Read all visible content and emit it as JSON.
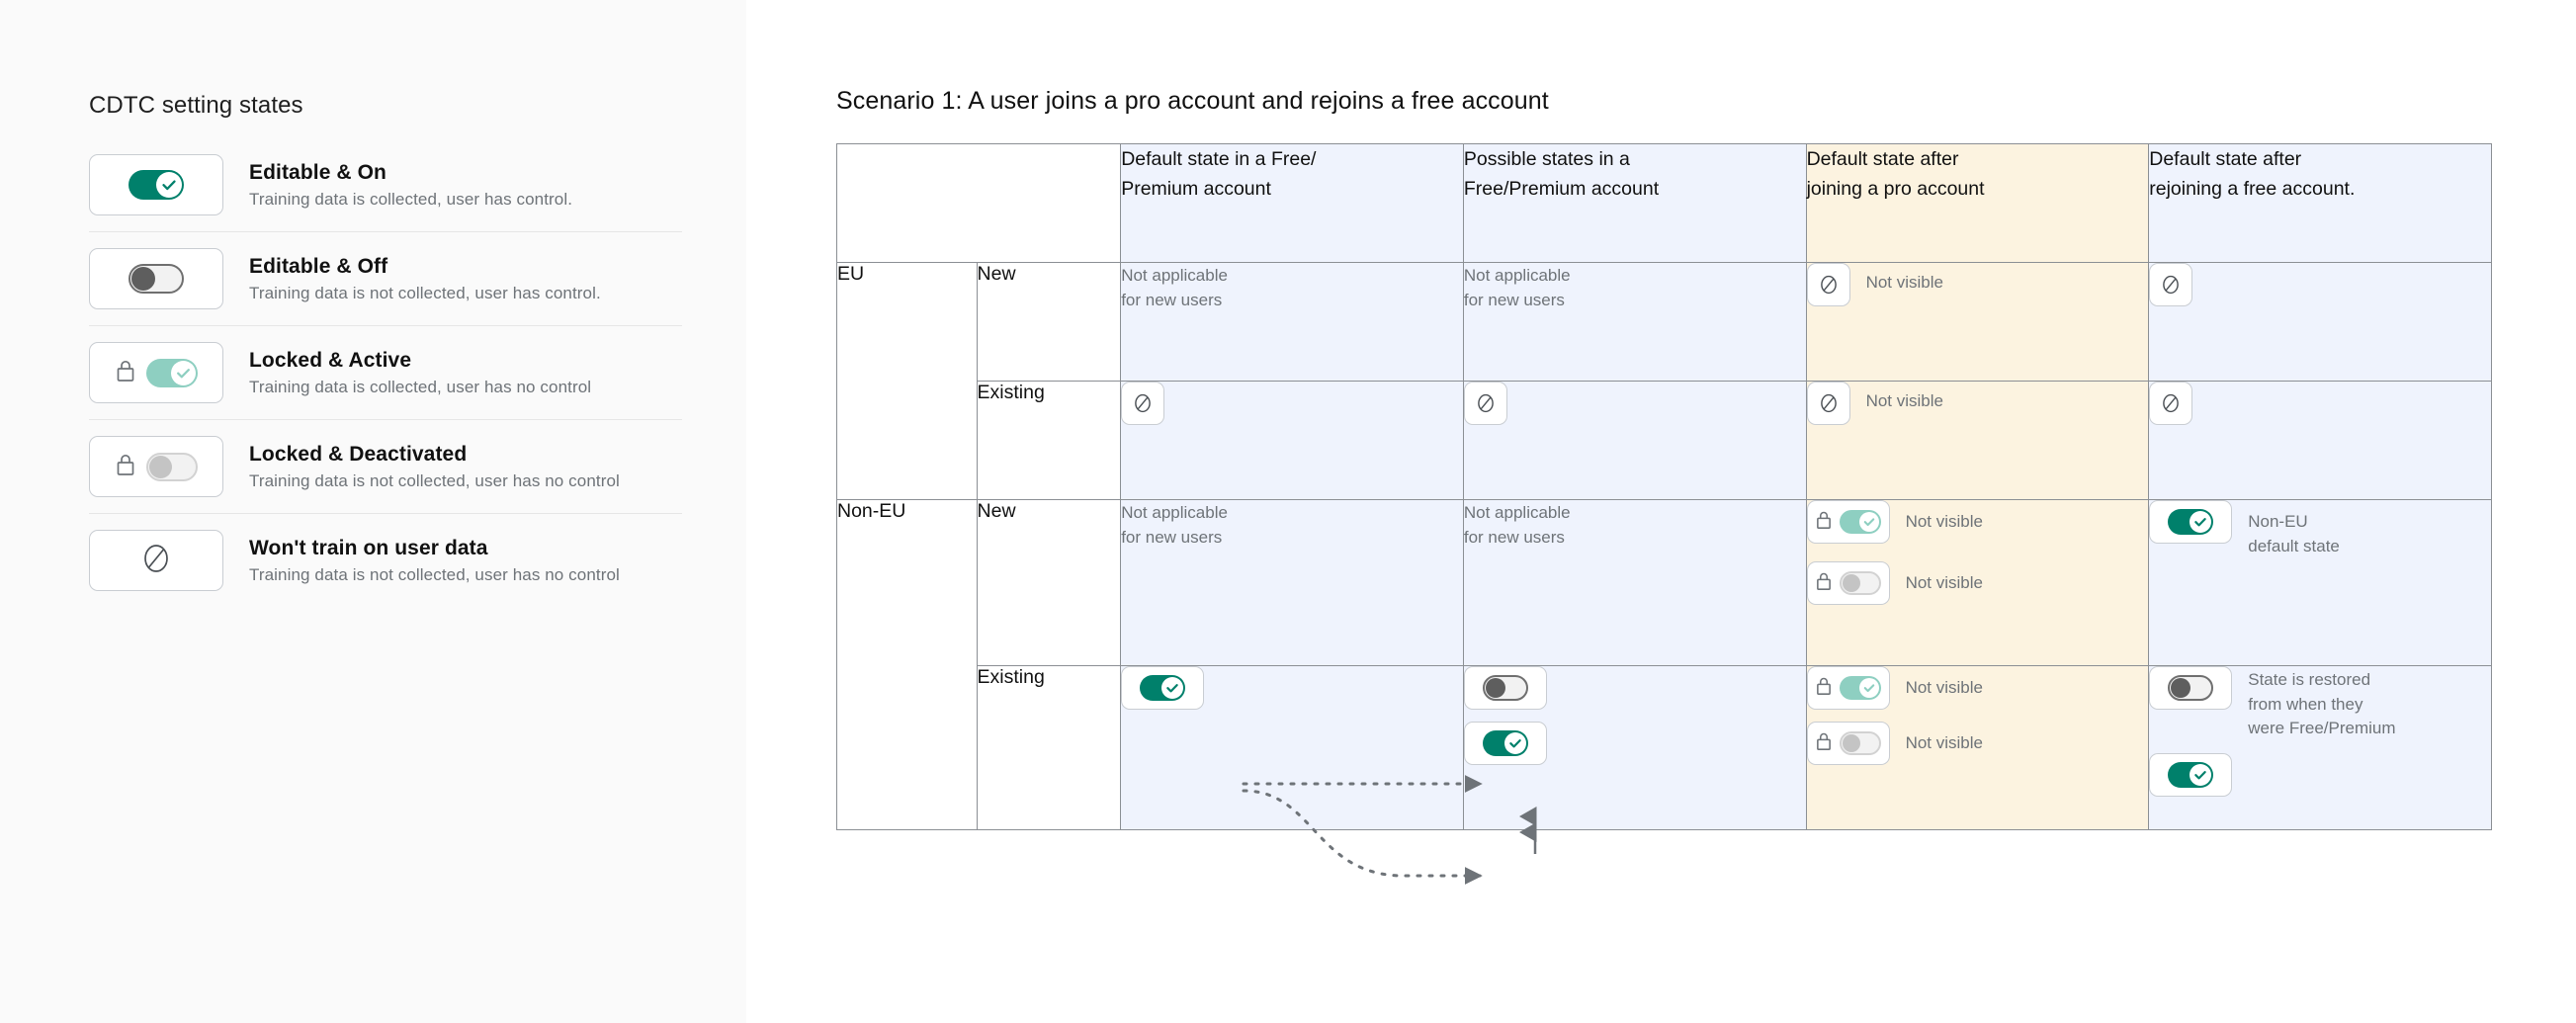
{
  "legend": {
    "title": "CDTC setting states",
    "items": [
      {
        "icon": "toggle-on-icon",
        "name": "Editable & On",
        "desc": "Training data is collected, user has control."
      },
      {
        "icon": "toggle-off-icon",
        "name": "Editable & Off",
        "desc": "Training data is not collected, user has control."
      },
      {
        "icon": "lock-toggle-on-icon",
        "name": "Locked & Active",
        "desc": "Training data is collected, user has no control"
      },
      {
        "icon": "lock-toggle-off-icon",
        "name": "Locked & Deactivated",
        "desc": "Training data is not collected, user has no control"
      },
      {
        "icon": "no-training-slash-icon",
        "name": "Won't train on user data",
        "desc": "Training data is not collected, user has no control"
      }
    ]
  },
  "scenario": {
    "title": "Scenario 1: A user joins a pro account and rejoins a free account"
  },
  "matrix": {
    "headers": {
      "blank": "",
      "region": "",
      "usertype": "",
      "col1": "Default state in a Free/\nPremium account",
      "col1_line1": "Default state in a Free/",
      "col1_line2": "Premium account",
      "col2_line1": "Possible states in a",
      "col2_line2": "Free/Premium account",
      "col3_line1": "Default state after",
      "col3_line2": "joining a pro account",
      "col4_line1": "Default state after",
      "col4_line2": "rejoining a free account."
    },
    "regions": {
      "eu": "EU",
      "noneu": "Non-EU"
    },
    "usertypes": {
      "new": "New",
      "existing": "Existing"
    },
    "labels": {
      "na_line1": "Not applicable",
      "na_line2": "for new users",
      "not_visible": "Not visible",
      "noneu_default_line1": "Non-EU",
      "noneu_default_line2": "default state",
      "restored_line1": "State is restored",
      "restored_line2": "from when they",
      "restored_line3": "were Free/Premium"
    }
  },
  "colors": {
    "green": "#00806B",
    "light_teal": "#8ECFC1",
    "blue_tint": "#EFF3FD",
    "amber_tint": "#FCF3E0",
    "border": "#8B8F94",
    "panel_bg": "#FAFAFA",
    "muted_text": "#6E7378"
  }
}
